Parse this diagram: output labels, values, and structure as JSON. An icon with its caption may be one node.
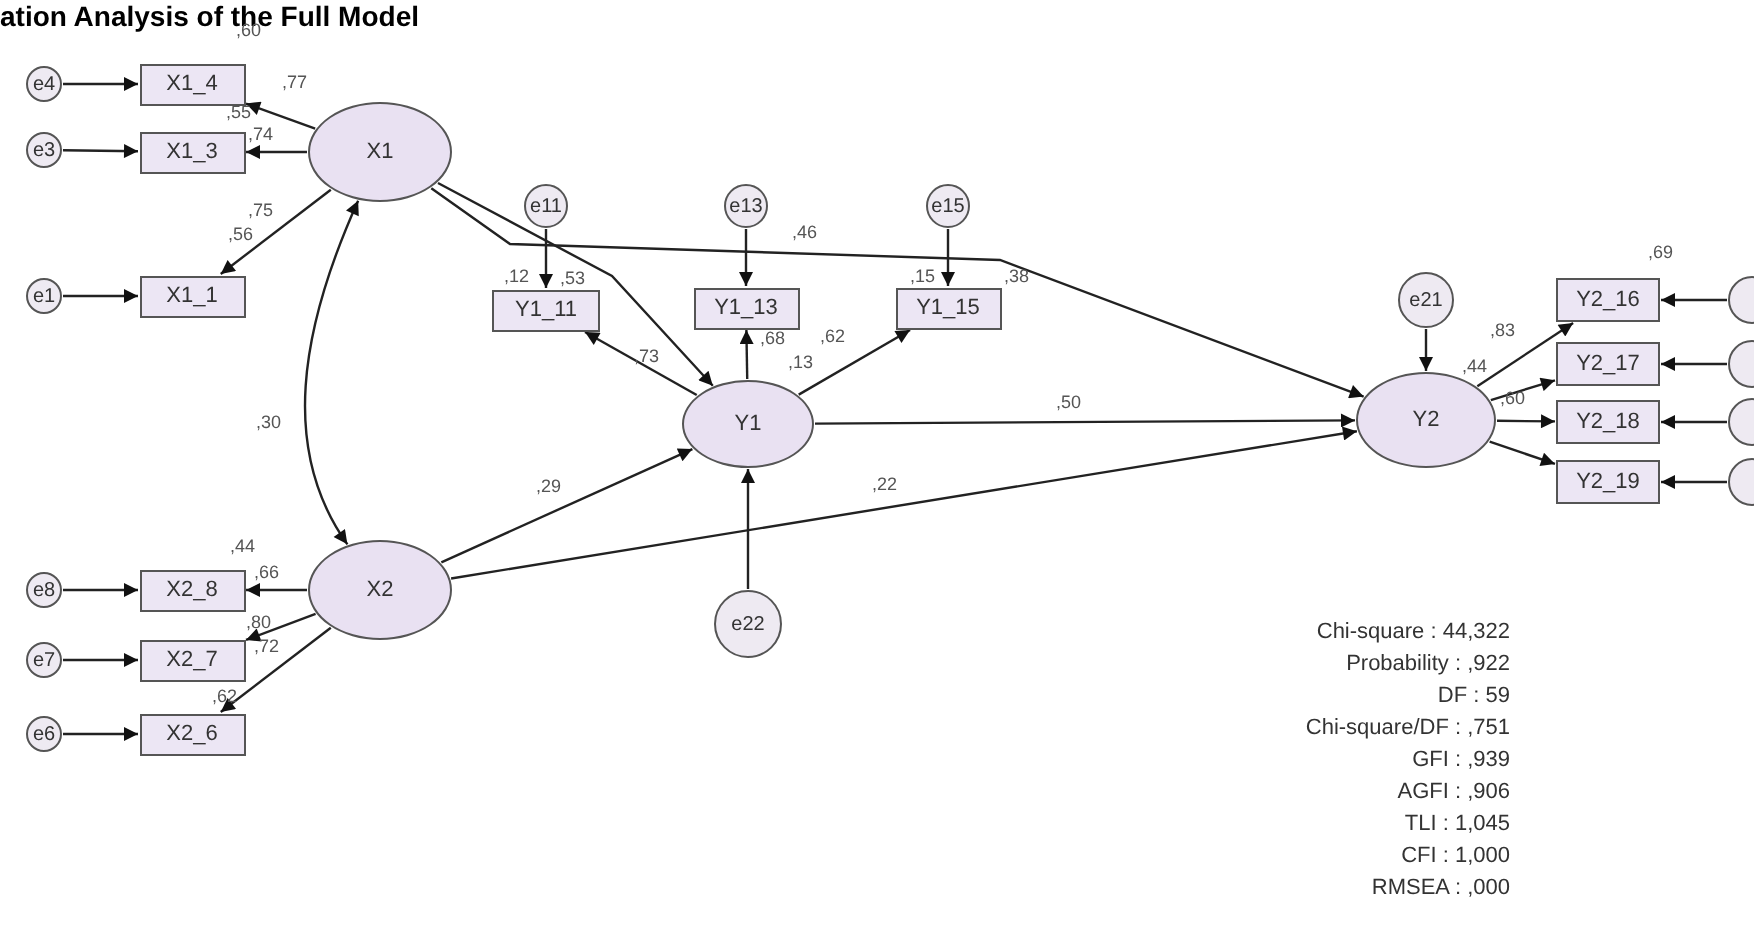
{
  "diagram": {
    "title": "ation Analysis of the Full Model",
    "nodes": [
      {
        "text": [
          "e4"
        ]
      },
      {
        "text": [
          "e3"
        ]
      },
      {
        "text": [
          "e1"
        ]
      },
      {
        "text": [
          "X1_4"
        ]
      },
      {
        "text": [
          "X1_3"
        ]
      },
      {
        "text": [
          "X1_1"
        ]
      },
      {
        "text": [
          "X1"
        ]
      },
      {
        "text": [
          "e11"
        ]
      },
      {
        "text": [
          "e13"
        ]
      },
      {
        "text": [
          "e15"
        ]
      },
      {
        "text": [
          "Y1_11"
        ]
      },
      {
        "text": [
          "Y1_13"
        ]
      },
      {
        "text": [
          "Y1_15"
        ]
      },
      {
        "text": [
          "Y1"
        ]
      },
      {
        "text": [
          "e21"
        ]
      },
      {
        "text": [
          "Y2"
        ]
      },
      {
        "text": [
          "Y2_16"
        ]
      },
      {
        "text": [
          "Y2_17"
        ]
      },
      {
        "text": [
          "Y2_18"
        ]
      },
      {
        "text": [
          "Y2_19"
        ]
      },
      {
        "text": [],
        "shape": "circle"
      },
      {
        "text": [],
        "shape": "circle"
      },
      {
        "text": [],
        "shape": "circle"
      },
      {
        "text": [],
        "shape": "circle"
      },
      {
        "text": [
          "e8"
        ]
      },
      {
        "text": [
          "e7"
        ]
      },
      {
        "text": [
          "e6"
        ]
      },
      {
        "text": [
          "X2_8"
        ]
      },
      {
        "text": [
          "X2_7"
        ]
      },
      {
        "text": [
          "X2_6"
        ]
      },
      {
        "text": [
          "X2"
        ]
      },
      {
        "text": [
          "e22"
        ]
      }
    ],
    "edges": [
      {
        "from": 0,
        "to": 3,
        "arrow": "to"
      },
      {
        "from": 1,
        "to": 4,
        "arrow": "to"
      },
      {
        "from": 2,
        "to": 5,
        "arrow": "to"
      },
      {
        "from": 6,
        "to": 3,
        "arrow": "to"
      },
      {
        "from": 6,
        "to": 4,
        "arrow": "to"
      },
      {
        "from": 6,
        "to": 5,
        "arrow": "to"
      },
      {
        "from": 6,
        "to": 30,
        "arrow": "both"
      },
      {
        "from": 24,
        "to": 27,
        "arrow": "to"
      },
      {
        "from": 25,
        "to": 28,
        "arrow": "to"
      },
      {
        "from": 26,
        "to": 29,
        "arrow": "to"
      },
      {
        "from": 30,
        "to": 27,
        "arrow": "to"
      },
      {
        "from": 30,
        "to": 28,
        "arrow": "to"
      },
      {
        "from": 30,
        "to": 29,
        "arrow": "to"
      },
      {
        "from": 7,
        "to": 10,
        "arrow": "to"
      },
      {
        "from": 8,
        "to": 11,
        "arrow": "to"
      },
      {
        "from": 9,
        "to": 12,
        "arrow": "to"
      },
      {
        "from": 13,
        "to": 10,
        "arrow": "to"
      },
      {
        "from": 13,
        "to": 11,
        "arrow": "to"
      },
      {
        "from": 13,
        "to": 12,
        "arrow": "to"
      },
      {
        "from": 6,
        "to": 13,
        "arrow": "to"
      },
      {
        "from": 6,
        "to": 15,
        "arrow": "to"
      },
      {
        "from": 30,
        "to": 13,
        "arrow": "to"
      },
      {
        "from": 30,
        "to": 15,
        "arrow": "to"
      },
      {
        "from": 13,
        "to": 15,
        "arrow": "to"
      },
      {
        "from": 31,
        "to": 13,
        "arrow": "to"
      },
      {
        "from": 14,
        "to": 15,
        "arrow": "to"
      },
      {
        "from": 15,
        "to": 16,
        "arrow": "to"
      },
      {
        "from": 15,
        "to": 17,
        "arrow": "to"
      },
      {
        "from": 15,
        "to": 18,
        "arrow": "to"
      },
      {
        "from": 15,
        "to": 19,
        "arrow": "to"
      },
      {
        "from": 20,
        "to": 16,
        "arrow": "to"
      },
      {
        "from": 21,
        "to": 17,
        "arrow": "to"
      },
      {
        "from": 22,
        "to": 18,
        "arrow": "to"
      },
      {
        "from": 23,
        "to": 19,
        "arrow": "to"
      }
    ],
    "labels": [
      ",60",
      ",77",
      ",55",
      ",74",
      ",75",
      ",56",
      ",30",
      ",53",
      ",12",
      ",73",
      ",46",
      ",68",
      ",13",
      ",62",
      ",15",
      ",38",
      ",50",
      ",29",
      ",22",
      ",69",
      ",83",
      ",44",
      ",60",
      ",44",
      ",66",
      ",80",
      ",72",
      ",62",
      "Chi-square : 44,322",
      "Probability : ,922",
      "DF : 59",
      "Chi-square/DF : ,751",
      "GFI : ,939",
      "AGFI : ,906",
      "TLI : 1,045",
      "CFI : 1,000",
      "RMSEA : ,000"
    ]
  }
}
